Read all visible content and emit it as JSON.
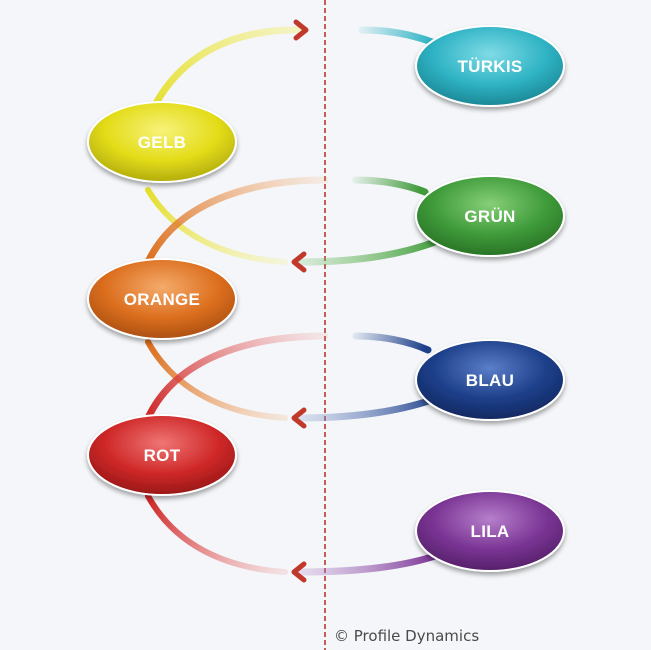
{
  "nodes": {
    "tuerkis": {
      "label": "TÜRKIS",
      "color": "#2fb3c4"
    },
    "gelb": {
      "label": "GELB",
      "color": "#e3dc18"
    },
    "gruen": {
      "label": "GRÜN",
      "color": "#3f9b3a"
    },
    "orange": {
      "label": "ORANGE",
      "color": "#dc6f1f"
    },
    "blau": {
      "label": "BLAU",
      "color": "#1d3f8a"
    },
    "rot": {
      "label": "ROT",
      "color": "#cf2828"
    },
    "lila": {
      "label": "LILA",
      "color": "#7a3494"
    }
  },
  "arrowhead_color": "#c0392b",
  "divider_color": "#b03a2e",
  "footer": {
    "credit": "© Profile Dynamics"
  }
}
